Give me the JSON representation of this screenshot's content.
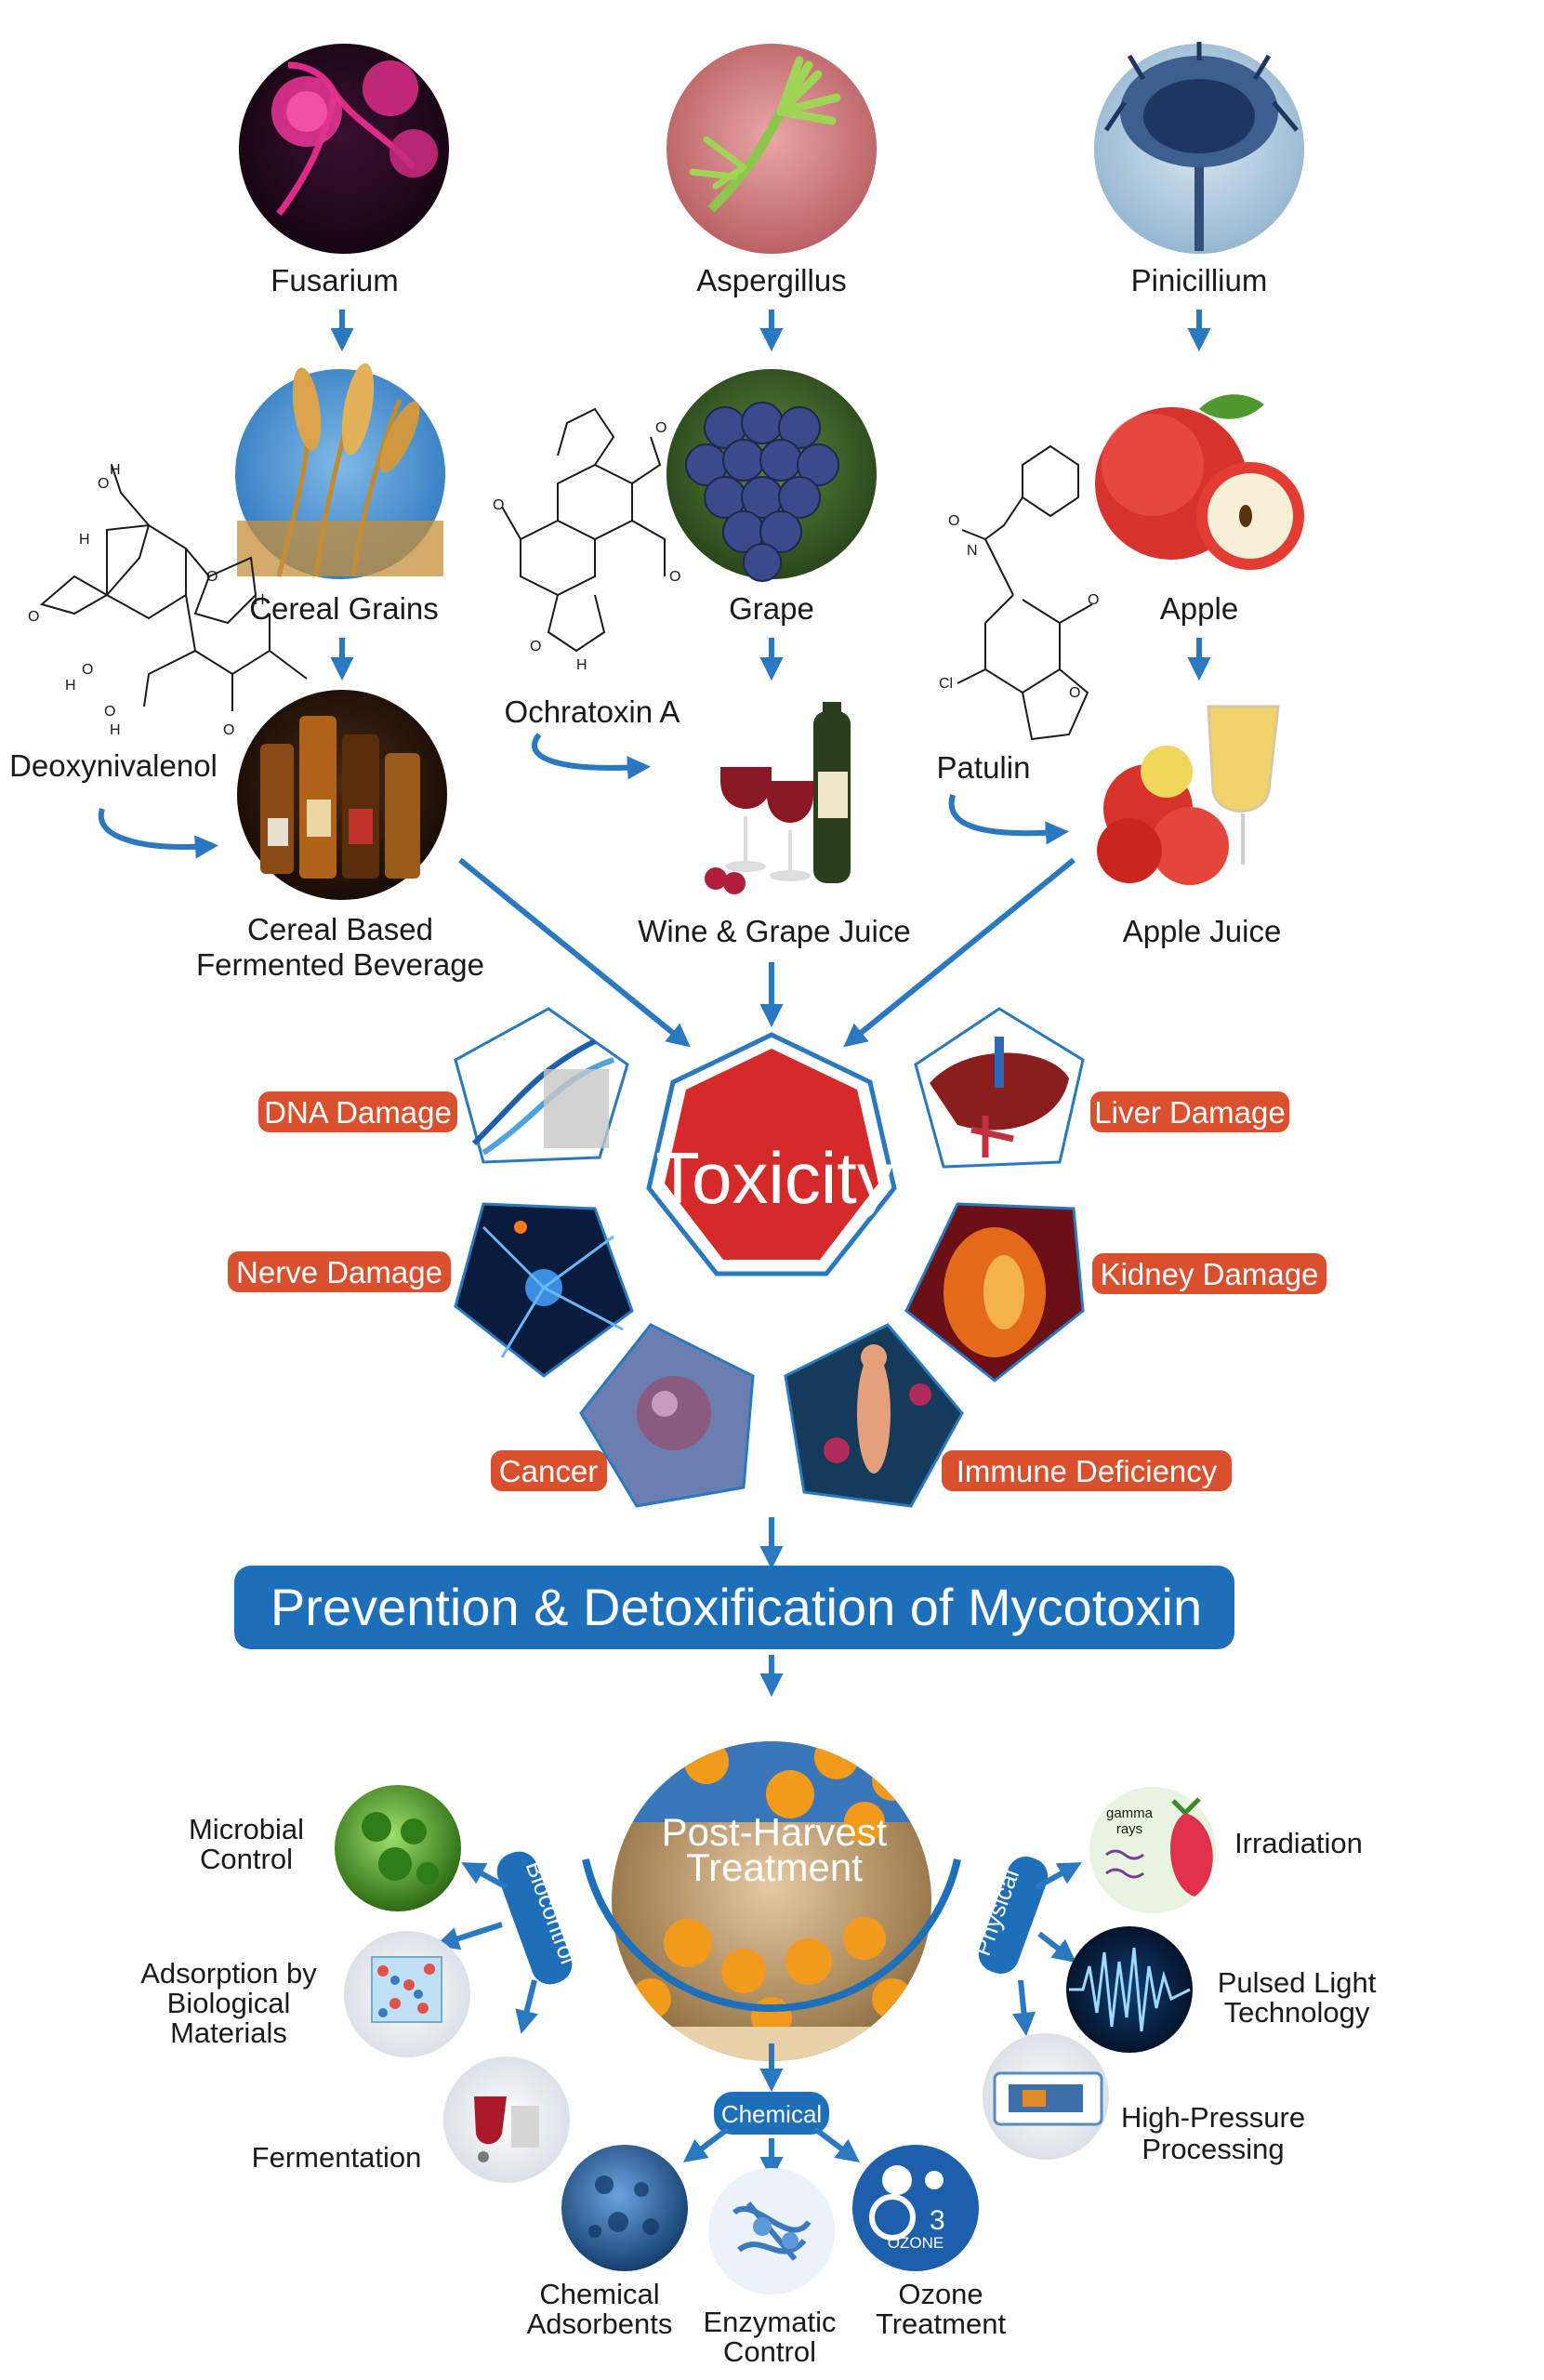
{
  "sources": {
    "fungi": [
      "Fusarium",
      "Aspergillus",
      "Pinicillium"
    ],
    "foods": [
      "Cereal Grains",
      "Grape",
      "Apple"
    ],
    "toxins": [
      "Deoxynivalenol",
      "Ochratoxin A",
      "Patulin"
    ],
    "beverages": {
      "cereal_line1": "Cereal Based",
      "cereal_line2": "Fermented Beverage",
      "wine": "Wine & Grape Juice",
      "apple_juice": "Apple Juice"
    }
  },
  "toxicity": {
    "title": "Toxicity",
    "effects": [
      "DNA Damage",
      "Liver Damage",
      "Nerve Damage",
      "Kidney Damage",
      "Cancer",
      "Immune Deficiency"
    ]
  },
  "prevention": {
    "banner": "Prevention & Detoxification of Mycotoxin",
    "center_line1": "Post-Harvest",
    "center_line2": "Treatment",
    "categories": {
      "biocontrol": "Biocontrol",
      "physical": "Physical",
      "chemical": "Chemical"
    },
    "biocontrol": {
      "microbial_line1": "Microbial",
      "microbial_line2": "Control",
      "adsorption_line1": "Adsorption by",
      "adsorption_line2": "Biological",
      "adsorption_line3": "Materials",
      "fermentation": "Fermentation"
    },
    "physical": {
      "irradiation": "Irradiation",
      "gamma_line1": "gamma",
      "gamma_line2": "rays",
      "pulsed_line1": "Pulsed Light",
      "pulsed_line2": "Technology",
      "hpp_line1": "High-Pressure",
      "hpp_line2": "Processing"
    },
    "chemical": {
      "adsorbents_line1": "Chemical",
      "adsorbents_line2": "Adsorbents",
      "enzymatic_line1": "Enzymatic",
      "enzymatic_line2": "Control",
      "ozone_line1": "Ozone",
      "ozone_line2": "Treatment",
      "ozone_badge": "3",
      "ozone_word": "OZONE"
    }
  },
  "colors": {
    "arrow_blue": "#2a78bf",
    "banner_blue": "#1e6fb9",
    "toxicity_red": "#d42a2a",
    "effect_red": "#d9502f"
  }
}
